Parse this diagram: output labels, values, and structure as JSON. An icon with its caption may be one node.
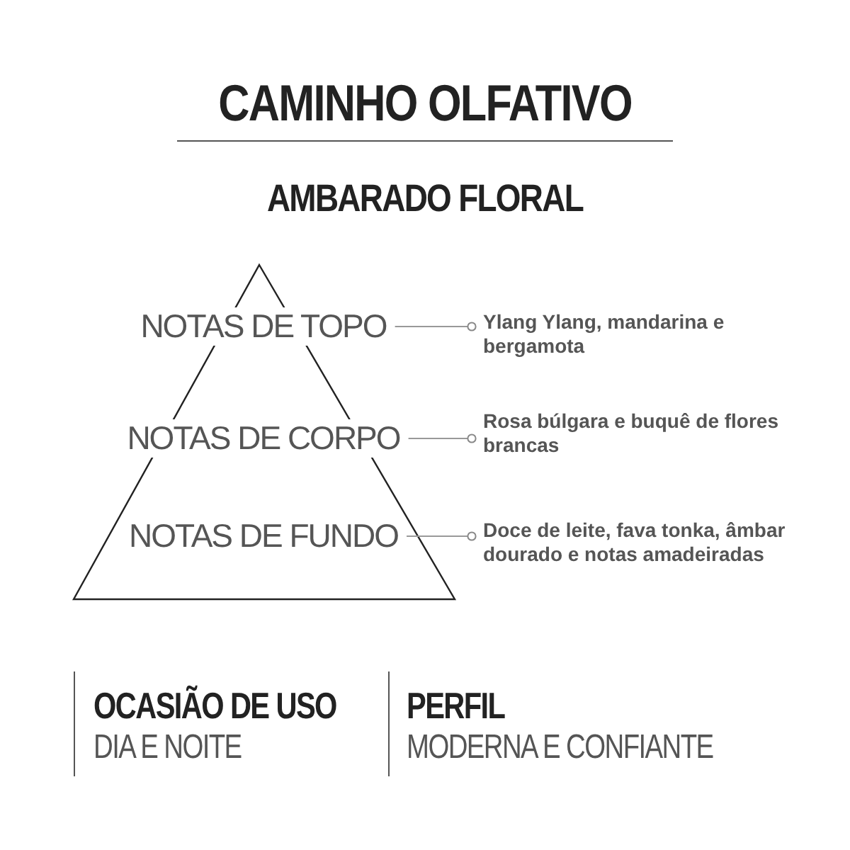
{
  "diagram": {
    "title": "CAMINHO OLFATIVO",
    "nodes": [
      {
        "text": [
          "NOTAS DE TOPO"
        ]
      },
      {
        "text": [
          "NOTAS DE CORPO"
        ]
      },
      {
        "text": [
          "NOTAS DE FUNDO"
        ]
      },
      {
        "text": [
          "Ylang Ylang, mandarina e bergamota"
        ]
      },
      {
        "text": [
          "Rosa búlgara e buquê de flores brancas"
        ]
      },
      {
        "text": [
          "Doce de leite, fava tonka, âmbar dourado e notas amadeiradas"
        ]
      }
    ],
    "edges": [
      {
        "from": 0,
        "to": 3,
        "arrow": "other"
      },
      {
        "from": 1,
        "to": 4,
        "arrow": "other"
      },
      {
        "from": 2,
        "to": 5,
        "arrow": "other"
      }
    ],
    "labels": [
      "AMBARADO FLORAL",
      "OCASIÃO DE USO",
      "DIA E NOITE",
      "PERFIL",
      "MODERNA E CONFIANTE"
    ]
  }
}
